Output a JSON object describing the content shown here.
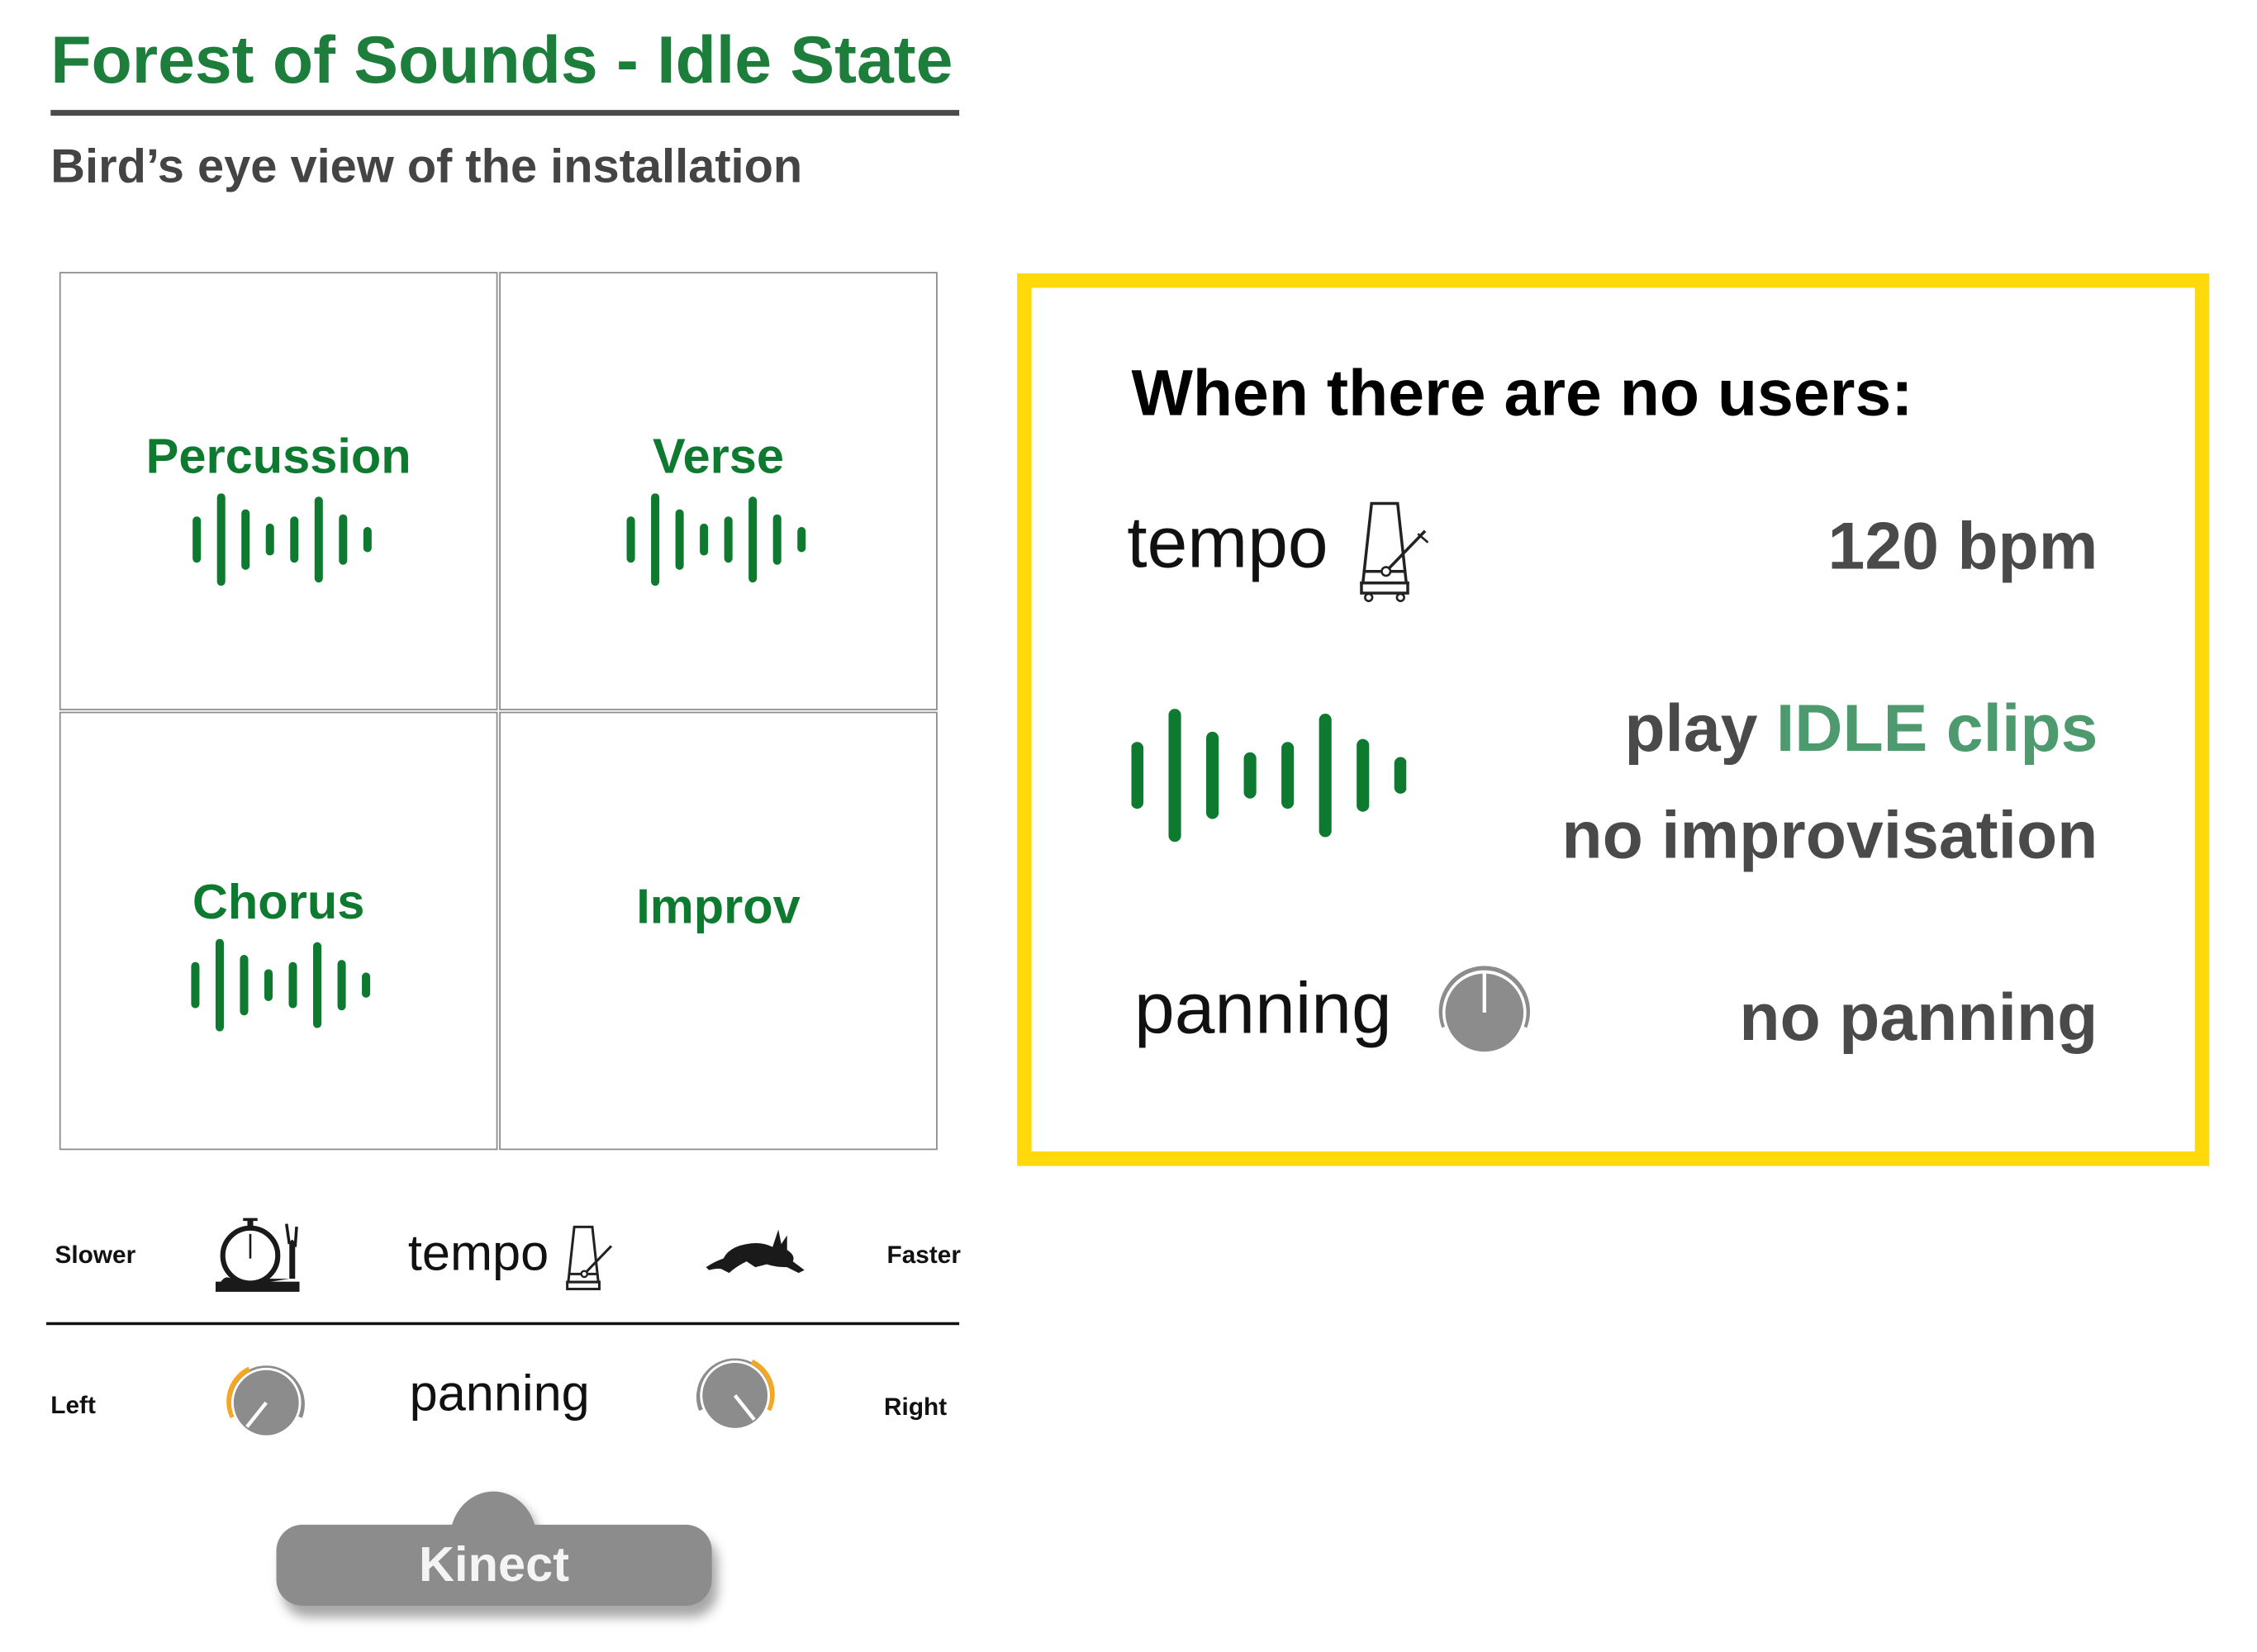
{
  "header": {
    "title": "Forest of Sounds - Idle State",
    "subtitle": "Bird’s eye view of the installation"
  },
  "zones": [
    {
      "label": "Percussion",
      "has_wave": true
    },
    {
      "label": "Verse",
      "has_wave": true
    },
    {
      "label": "Chorus",
      "has_wave": true
    },
    {
      "label": "Improv",
      "has_wave": false
    }
  ],
  "idle_panel": {
    "heading": "When there are no users:",
    "tempo_label": "tempo",
    "tempo_value": "120 bpm",
    "clips_prefix": "play",
    "clips_accent": "IDLE clips",
    "improv_value": "no improvisation",
    "panning_label": "panning",
    "panning_value": "no panning"
  },
  "legend": {
    "slower": "Slower",
    "tempo": "tempo",
    "faster": "Faster",
    "left": "Left",
    "panning": "panning",
    "right": "Right"
  },
  "kinect": {
    "label": "Kinect"
  },
  "colors": {
    "title_green": "#1d7d3b",
    "wave_green": "#0e7a30",
    "idle_accent": "#4d9a6e",
    "panel_border": "#ffd90a",
    "knob_gray": "#8c8c8c",
    "knob_orange": "#f5a623"
  },
  "icons": [
    "waveform-icon",
    "metronome-icon",
    "snail-stopwatch-icon",
    "rabbit-icon",
    "knob-icon"
  ]
}
